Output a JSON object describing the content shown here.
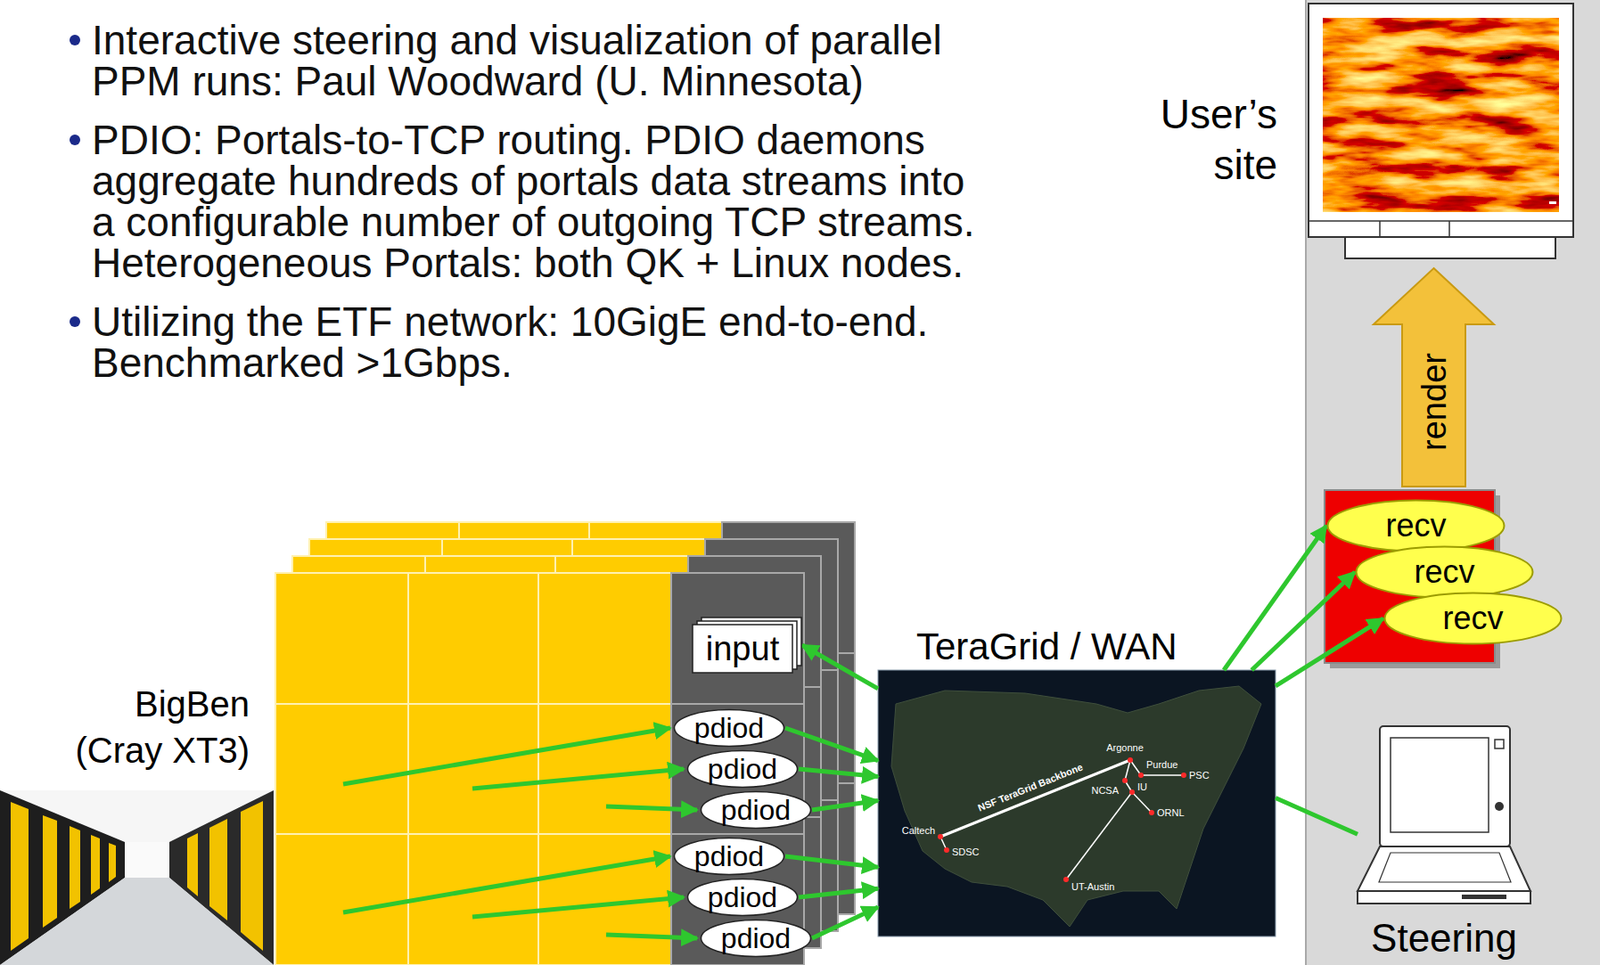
{
  "diagram": {
    "nodes": [
      {
        "text": [
          "BigBen (Cray XT3)"
        ]
      },
      {
        "text": [
          "input"
        ],
        "in": 0
      },
      {
        "text": [
          "pdiod"
        ],
        "in": 0
      },
      {
        "text": [
          "pdiod"
        ],
        "in": 0
      },
      {
        "text": [
          "pdiod"
        ],
        "in": 0
      },
      {
        "text": [
          "pdiod"
        ],
        "in": 0
      },
      {
        "text": [
          "pdiod"
        ],
        "in": 0
      },
      {
        "text": [
          "pdiod"
        ],
        "in": 0
      },
      {
        "text": [
          "TeraGrid / WAN"
        ]
      },
      {
        "text": [
          "User’s site"
        ]
      },
      {
        "text": [
          "render"
        ]
      },
      {
        "text": [
          "recv"
        ]
      },
      {
        "text": [
          "recv"
        ]
      },
      {
        "text": [
          "recv"
        ]
      },
      {
        "text": [
          "Steering"
        ]
      }
    ],
    "edges": [
      {
        "from": 8,
        "to": 1,
        "arrow": "to"
      },
      {
        "from": 2,
        "to": 8,
        "arrow": "to"
      },
      {
        "from": 3,
        "to": 8,
        "arrow": "to"
      },
      {
        "from": 4,
        "to": 8,
        "arrow": "to"
      },
      {
        "from": 5,
        "to": 8,
        "arrow": "to"
      },
      {
        "from": 6,
        "to": 8,
        "arrow": "to"
      },
      {
        "from": 7,
        "to": 8,
        "arrow": "to"
      },
      {
        "from": 8,
        "to": 11,
        "arrow": "to"
      },
      {
        "from": 8,
        "to": 12,
        "arrow": "to"
      },
      {
        "from": 8,
        "to": 13,
        "arrow": "to"
      },
      {
        "from": 14,
        "to": 8,
        "arrow": "none"
      }
    ],
    "labels": [
      "Interactive steering and visualization of parallel PPM runs: Paul Woodward (U. Minnesota)",
      "PDIO: Portals-to-TCP routing. PDIO daemons aggregate hundreds of portals data streams into a configurable number of outgoing TCP streams. Heterogeneous Portals: both QK + Linux nodes.",
      "Utilizing the ETF network: 10GigE end-to-end. Benchmarked >1Gbps.",
      "NSF TeraGrid Backbone",
      "Argonne",
      "Purdue",
      "PSC",
      "NCSA",
      "IU",
      "ORNL",
      "Caltech",
      "SDSC",
      "UT-Austin"
    ]
  }
}
